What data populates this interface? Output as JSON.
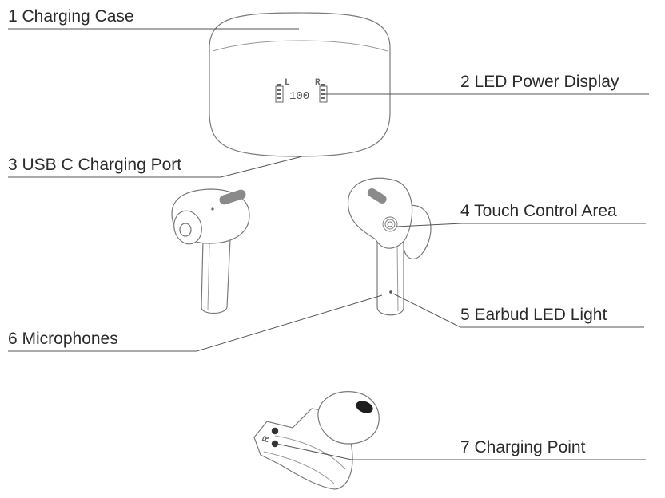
{
  "labels": {
    "charging_case": "1 Charging Case",
    "led_power_display": "2 LED Power Display",
    "usb_c_port": "3 USB C Charging Port",
    "touch_control": "4 Touch Control Area",
    "earbud_led": "5 Earbud LED Light",
    "microphones": "6 Microphones",
    "charging_point": "7 Charging Point"
  },
  "case_display": {
    "battery_value": "100",
    "left_marker": "L",
    "right_marker": "R"
  },
  "earbud_side_marker": "R",
  "colors": {
    "outline": "#7a7a7a",
    "text": "#2b2b2b",
    "leader_line": "#555555",
    "earbud_accent": "#8a8a8a"
  }
}
